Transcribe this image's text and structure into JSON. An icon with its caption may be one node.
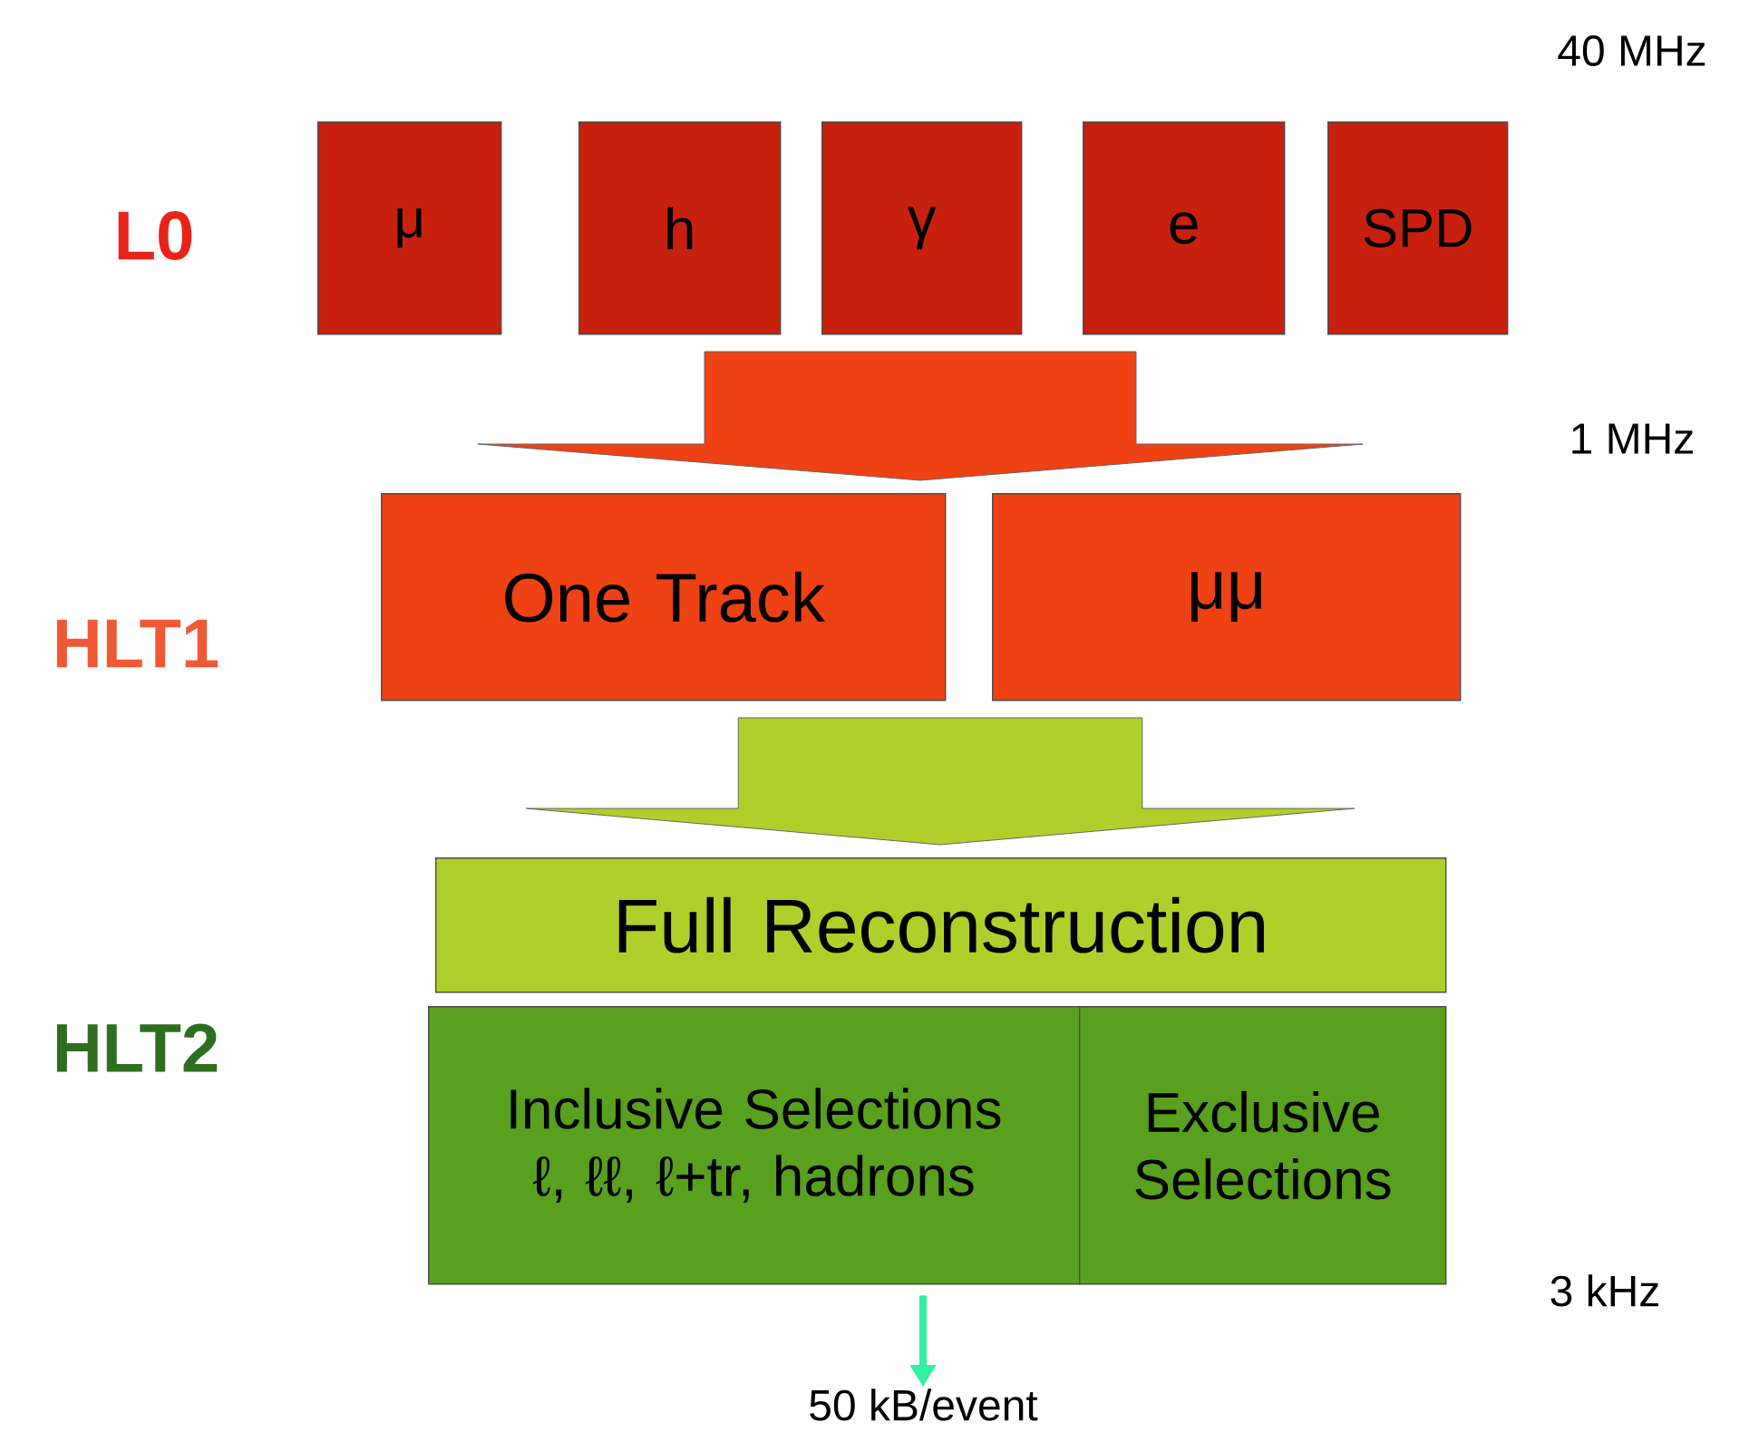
{
  "diagram": {
    "nodes": [
      {
        "text": [
          "μ"
        ]
      },
      {
        "text": [
          "h"
        ]
      },
      {
        "text": [
          "γ"
        ]
      },
      {
        "text": [
          "e"
        ]
      },
      {
        "text": [
          "SPD"
        ]
      },
      {
        "text": [
          "One Track"
        ]
      },
      {
        "text": [
          "μμ"
        ]
      },
      {
        "text": [
          "Full Reconstruction"
        ]
      },
      {
        "text": [
          "Inclusive Selections",
          "ℓ,  ℓℓ, ℓ+tr, hadrons"
        ]
      },
      {
        "text": [
          "Exclusive Selections"
        ]
      },
      {
        "text": [
          "50 kB/event"
        ]
      }
    ],
    "edges": [
      {
        "from": 0,
        "to": 5,
        "arrow": "to",
        "style": "thick",
        "color": "#ee4215"
      },
      {
        "from": 1,
        "to": 5,
        "arrow": "to",
        "style": "thick",
        "color": "#ee4215"
      },
      {
        "from": 2,
        "to": 5,
        "arrow": "to",
        "style": "thick",
        "color": "#ee4215"
      },
      {
        "from": 3,
        "to": 5,
        "arrow": "to",
        "style": "thick",
        "color": "#ee4215"
      },
      {
        "from": 4,
        "to": 5,
        "arrow": "to",
        "style": "thick",
        "color": "#ee4215"
      },
      {
        "from": 0,
        "to": 6,
        "arrow": "to",
        "style": "thick",
        "color": "#ee4215"
      },
      {
        "from": 1,
        "to": 6,
        "arrow": "to",
        "style": "thick",
        "color": "#ee4215"
      },
      {
        "from": 2,
        "to": 6,
        "arrow": "to",
        "style": "thick",
        "color": "#ee4215"
      },
      {
        "from": 3,
        "to": 6,
        "arrow": "to",
        "style": "thick",
        "color": "#ee4215"
      },
      {
        "from": 4,
        "to": 6,
        "arrow": "to",
        "style": "thick",
        "color": "#ee4215"
      },
      {
        "from": 5,
        "to": 7,
        "arrow": "to",
        "style": "thick",
        "color": "#afd02a"
      },
      {
        "from": 6,
        "to": 7,
        "arrow": "to",
        "style": "thick",
        "color": "#afd02a"
      },
      {
        "from": 8,
        "to": 10,
        "arrow": "to",
        "color": "#33f0a0"
      }
    ],
    "labels": [
      "40 MHz",
      "L0",
      "1 MHz",
      "HLT1",
      "HLT2",
      "3 kHz"
    ]
  }
}
